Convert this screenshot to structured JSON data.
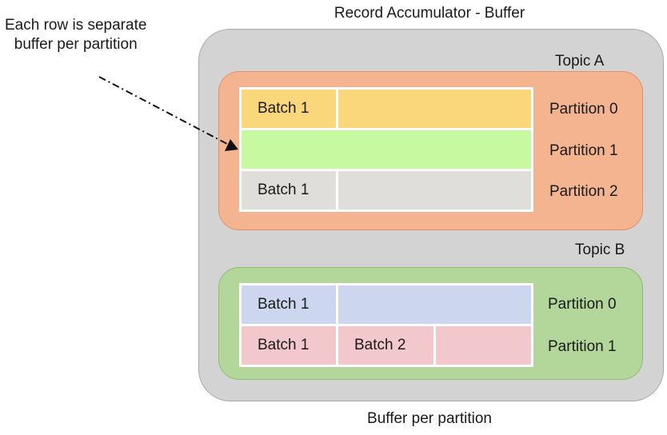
{
  "title": "Record Accumulator - Buffer",
  "footer": "Buffer per partition",
  "annotation": {
    "line1": "Each row is separate",
    "line2": "buffer per partition"
  },
  "colors": {
    "buffer_bg": "#d3d3d3",
    "topic_a_bg": "#f3b48f",
    "topic_b_bg": "#b3d69a",
    "yellow": "#f9d77a",
    "light_green": "#c6f9a0",
    "light_gray": "#e0dedb",
    "light_blue": "#ccd6ee",
    "pink": "#f3c8cc"
  },
  "topics": [
    {
      "label": "Topic A",
      "partitions": [
        {
          "label": "Partition 0",
          "batches": [
            "Batch 1",
            ""
          ],
          "color": "#f9d77a"
        },
        {
          "label": "Partition 1",
          "batches": [
            ""
          ],
          "color": "#c6f9a0"
        },
        {
          "label": "Partition 2",
          "batches": [
            "Batch 1",
            ""
          ],
          "color": "#e0dedb"
        }
      ]
    },
    {
      "label": "Topic B",
      "partitions": [
        {
          "label": "Partition 0",
          "batches": [
            "Batch 1",
            ""
          ],
          "color": "#ccd6ee"
        },
        {
          "label": "Partition 1",
          "batches": [
            "Batch 1",
            "Batch 2",
            ""
          ],
          "color": "#f3c8cc"
        }
      ]
    }
  ]
}
